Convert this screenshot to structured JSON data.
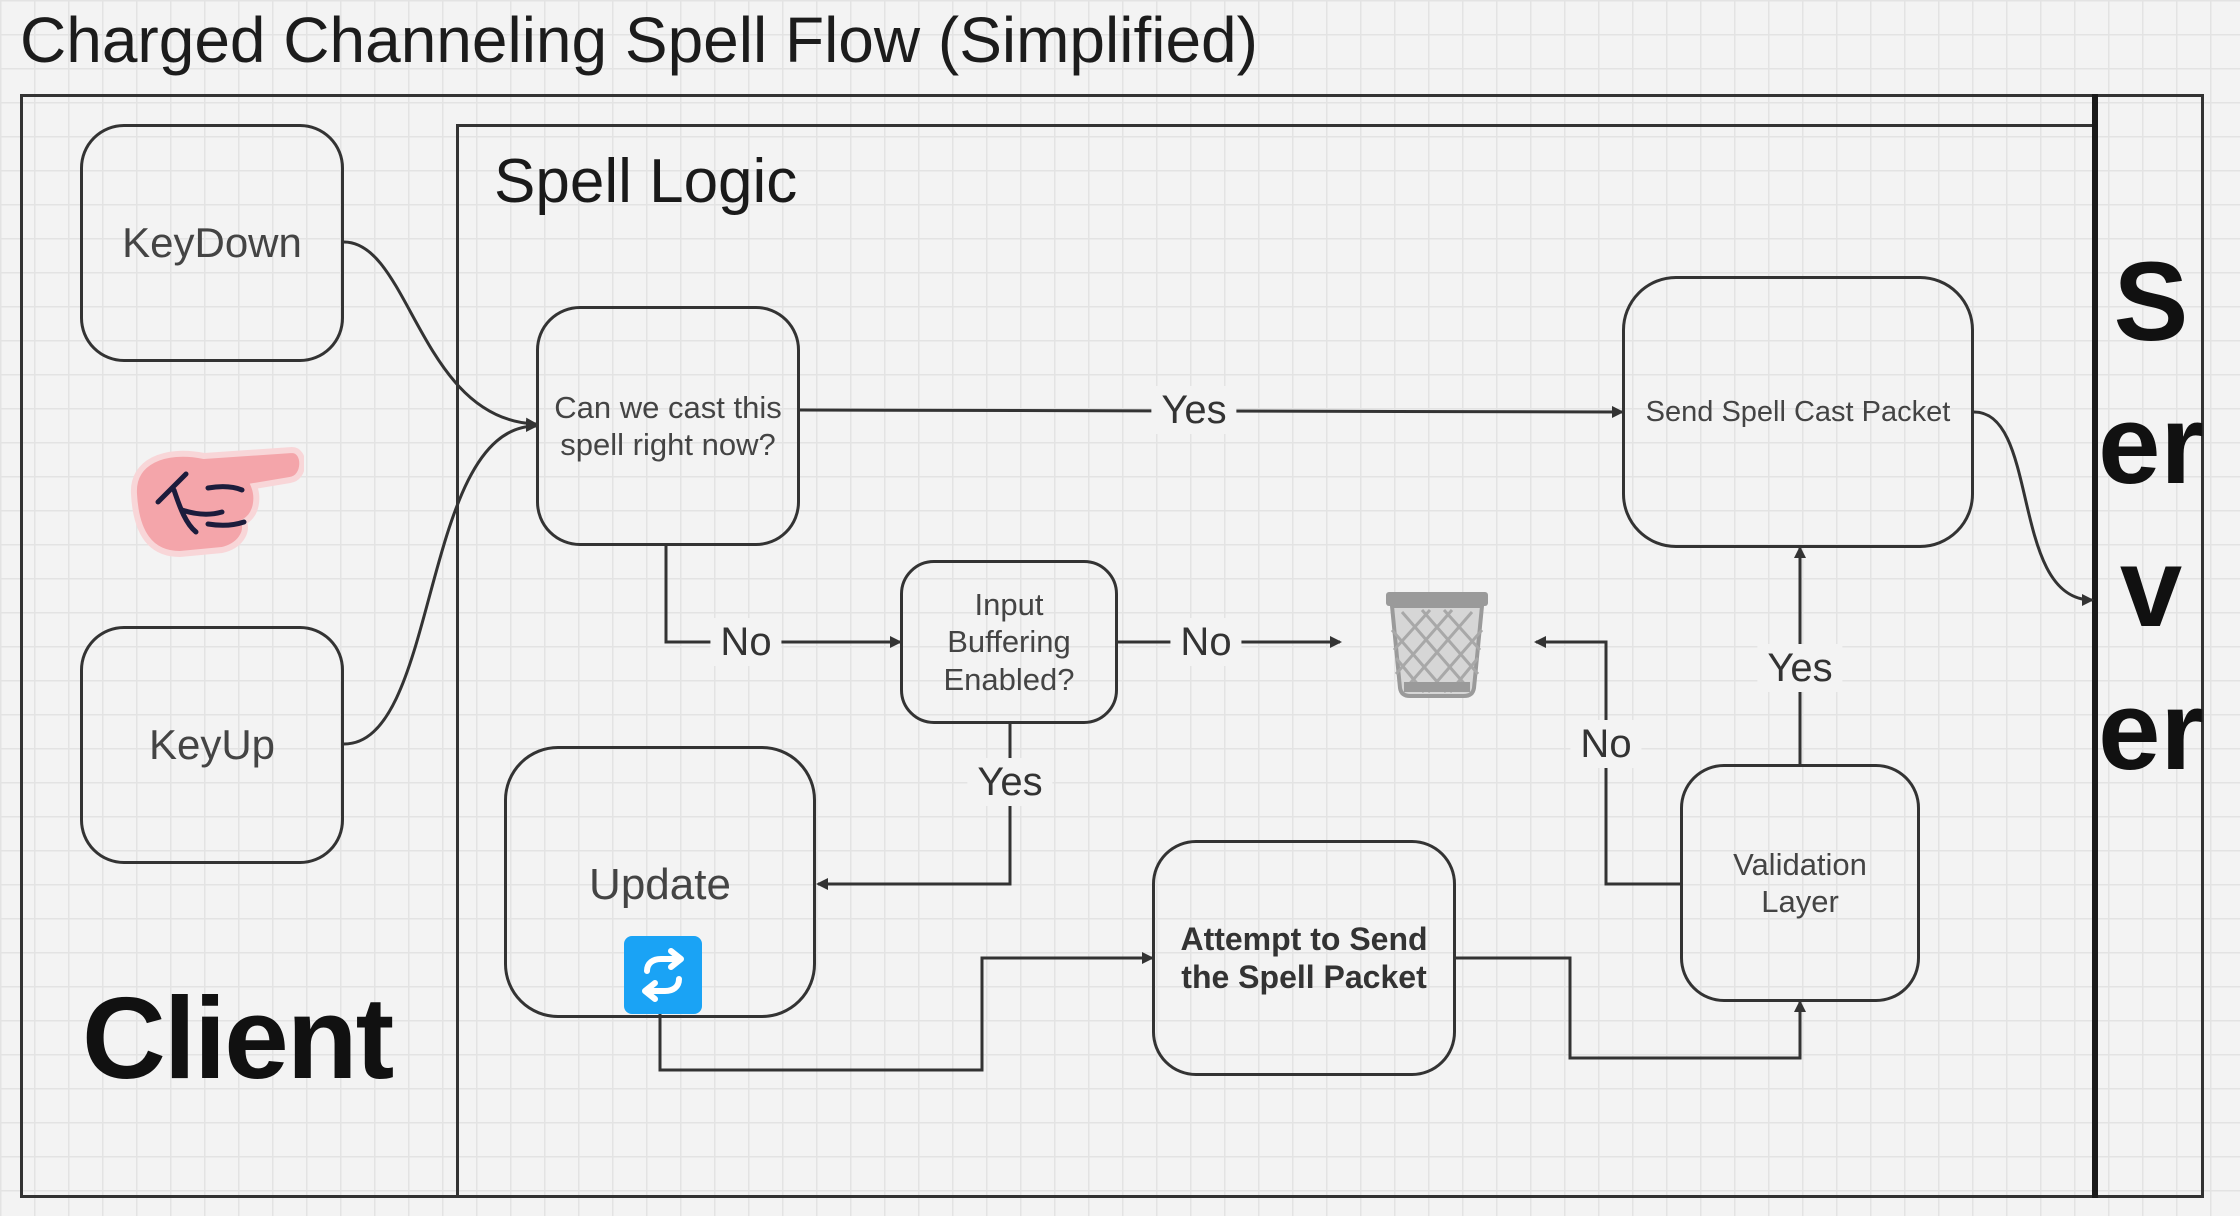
{
  "title": "Charged Channeling Spell Flow (Simplified)",
  "sections": {
    "client": "Client",
    "spell_logic": "Spell Logic",
    "server": "Server"
  },
  "nodes": {
    "keydown": "KeyDown",
    "keyup": "KeyUp",
    "can_cast": "Can we cast this spell right now?",
    "input_buffering": "Input Buffering Enabled?",
    "send_packet": "Send Spell Cast Packet",
    "update": "Update",
    "attempt_send": "Attempt to Send the Spell Packet",
    "validation": "Validation Layer"
  },
  "edge_labels": {
    "cast_yes": "Yes",
    "cast_no": "No",
    "buffer_no": "No",
    "buffer_yes": "Yes",
    "validation_no": "No",
    "validation_yes": "Yes"
  },
  "icons": {
    "pointer": "pointing-hand-icon",
    "trash": "trash-bin-icon",
    "refresh": "refresh-icon"
  },
  "colors": {
    "refresh_icon": "#1aa3f5",
    "pointer_hand": "#f4a5aa",
    "background": "#f3f3f3"
  }
}
